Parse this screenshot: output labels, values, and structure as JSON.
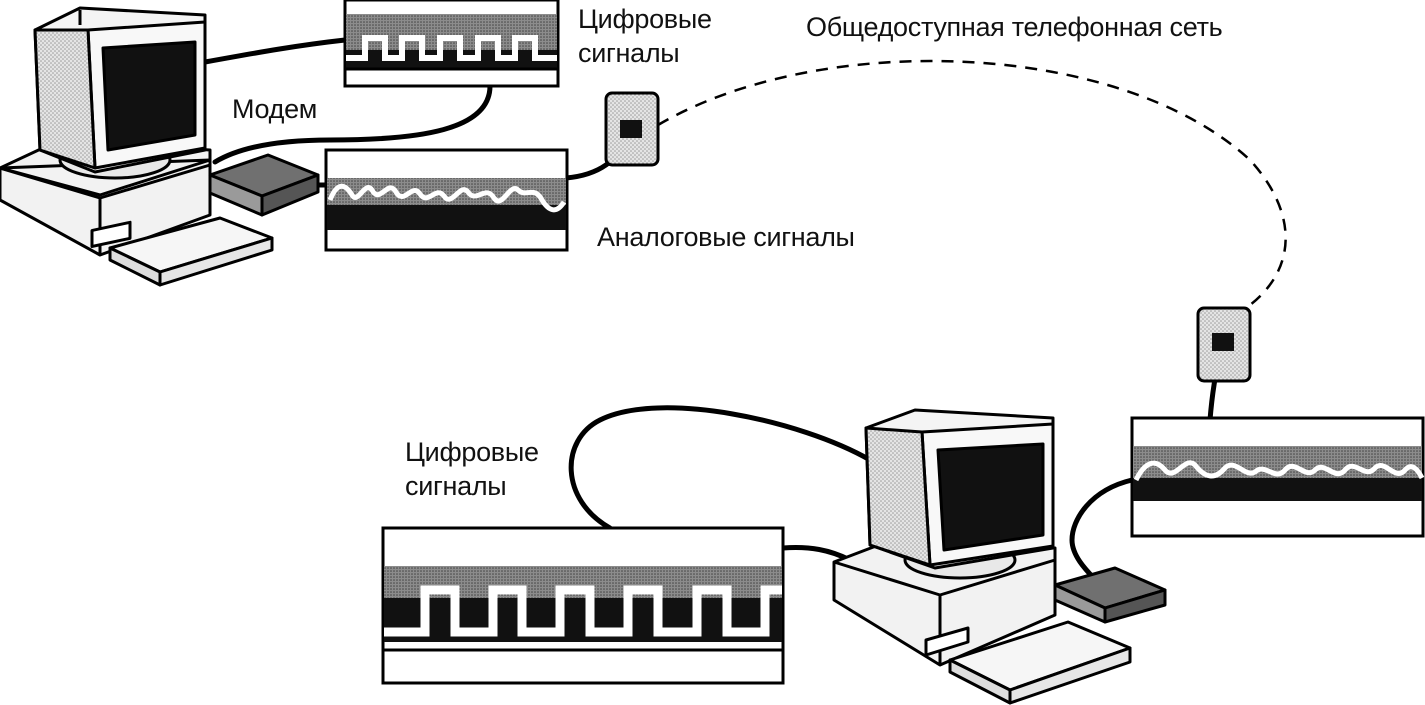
{
  "labels": {
    "digital_top": "Цифровые сигналы",
    "modem": "Модем",
    "public_network": "Общедоступная телефонная сеть",
    "analog": "Аналоговые сигналы",
    "digital_bottom": "Цифровые сигналы"
  },
  "colors": {
    "stroke": "#000000",
    "device_fill": "#f0f0f0",
    "screen": "#111111",
    "modem_fill": "#6e6e6e",
    "band_gray": "#8a8a8a",
    "jack_fill": "#dcdcdc",
    "signal_line": "#ffffff"
  },
  "icons": [
    "computer-icon",
    "modem-icon",
    "phone-jack-icon",
    "digital-signal-panel",
    "analog-signal-panel"
  ]
}
